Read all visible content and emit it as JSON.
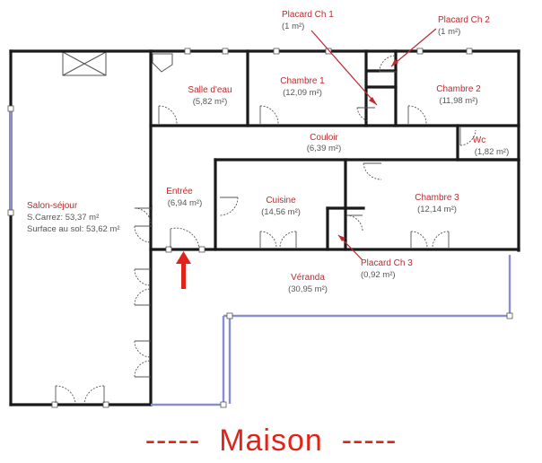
{
  "colors": {
    "label": "#c0282d",
    "area": "#555555",
    "wall": "#1a1a1a",
    "glass": "#8a8fd0",
    "title": "#e2231a"
  },
  "rooms": {
    "salle_eau": {
      "name": "Salle d'eau",
      "area": "(5,82 m²)"
    },
    "chambre1": {
      "name": "Chambre 1",
      "area": "(12,09 m²)"
    },
    "chambre2": {
      "name": "Chambre 2",
      "area": "(11,98 m²)"
    },
    "couloir": {
      "name": "Couloir",
      "area": "(6,39 m²)"
    },
    "wc": {
      "name": "Wc",
      "area": "(1,82 m²)"
    },
    "entree": {
      "name": "Entrée",
      "area": "(6,94 m²)"
    },
    "cuisine": {
      "name": "Cuisine",
      "area": "(14,56 m²)"
    },
    "chambre3": {
      "name": "Chambre 3",
      "area": "(12,14 m²)"
    },
    "salon": {
      "name": "Salon-séjour",
      "line2": "S.Carrez: 53,37 m²",
      "line3": "Surface au sol: 53,62 m²"
    },
    "veranda": {
      "name": "Véranda",
      "area": "(30,95 m²)"
    }
  },
  "callouts": {
    "placard1": {
      "name": "Placard Ch 1",
      "area": "(1 m²)"
    },
    "placard2": {
      "name": "Placard Ch 2",
      "area": "(1 m²)"
    },
    "placard3": {
      "name": "Placard Ch 3",
      "area": "(0,92 m²)"
    }
  },
  "title": "-----  Maison  -----"
}
